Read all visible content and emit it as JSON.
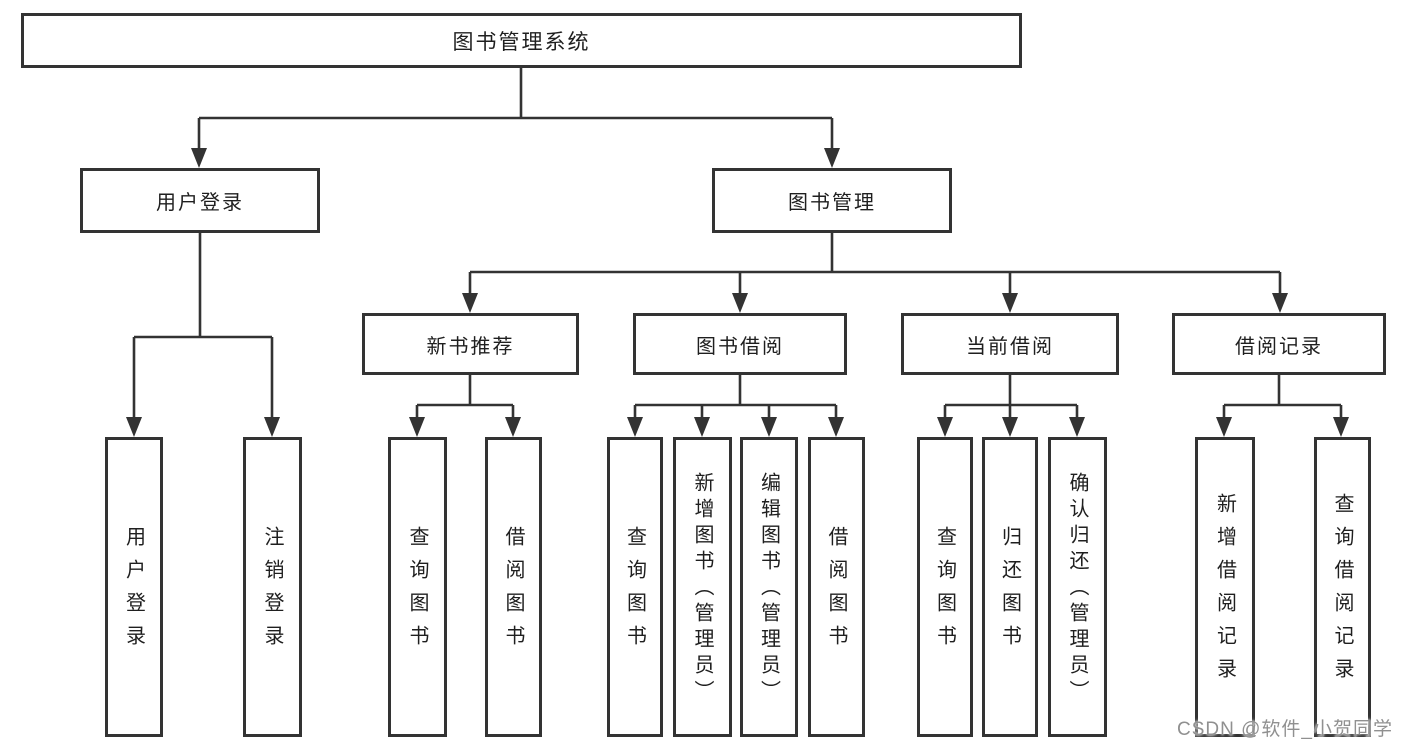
{
  "diagram": {
    "root": {
      "label": "图书管理系统"
    },
    "branches": [
      {
        "label": "用户登录",
        "children": [
          {
            "label": "用户登录"
          },
          {
            "label": "注销登录"
          }
        ]
      },
      {
        "label": "图书管理",
        "children": [
          {
            "label": "新书推荐",
            "children": [
              {
                "label": "查询图书"
              },
              {
                "label": "借阅图书"
              }
            ]
          },
          {
            "label": "图书借阅",
            "children": [
              {
                "label": "查询图书"
              },
              {
                "label": "新增图书（管理员）"
              },
              {
                "label": "编辑图书（管理员）"
              },
              {
                "label": "借阅图书"
              }
            ]
          },
          {
            "label": "当前借阅",
            "children": [
              {
                "label": "查询图书"
              },
              {
                "label": "归还图书"
              },
              {
                "label": "确认归还（管理员）"
              }
            ]
          },
          {
            "label": "借阅记录",
            "children": [
              {
                "label": "新增借阅记录"
              },
              {
                "label": "查询借阅记录"
              }
            ]
          }
        ]
      }
    ]
  },
  "watermark": {
    "text": "CSDN @软件_小贺同学"
  },
  "colors": {
    "line": "#333333",
    "text": "#1f1f1f",
    "background": "#ffffff",
    "watermark": "#909090"
  }
}
